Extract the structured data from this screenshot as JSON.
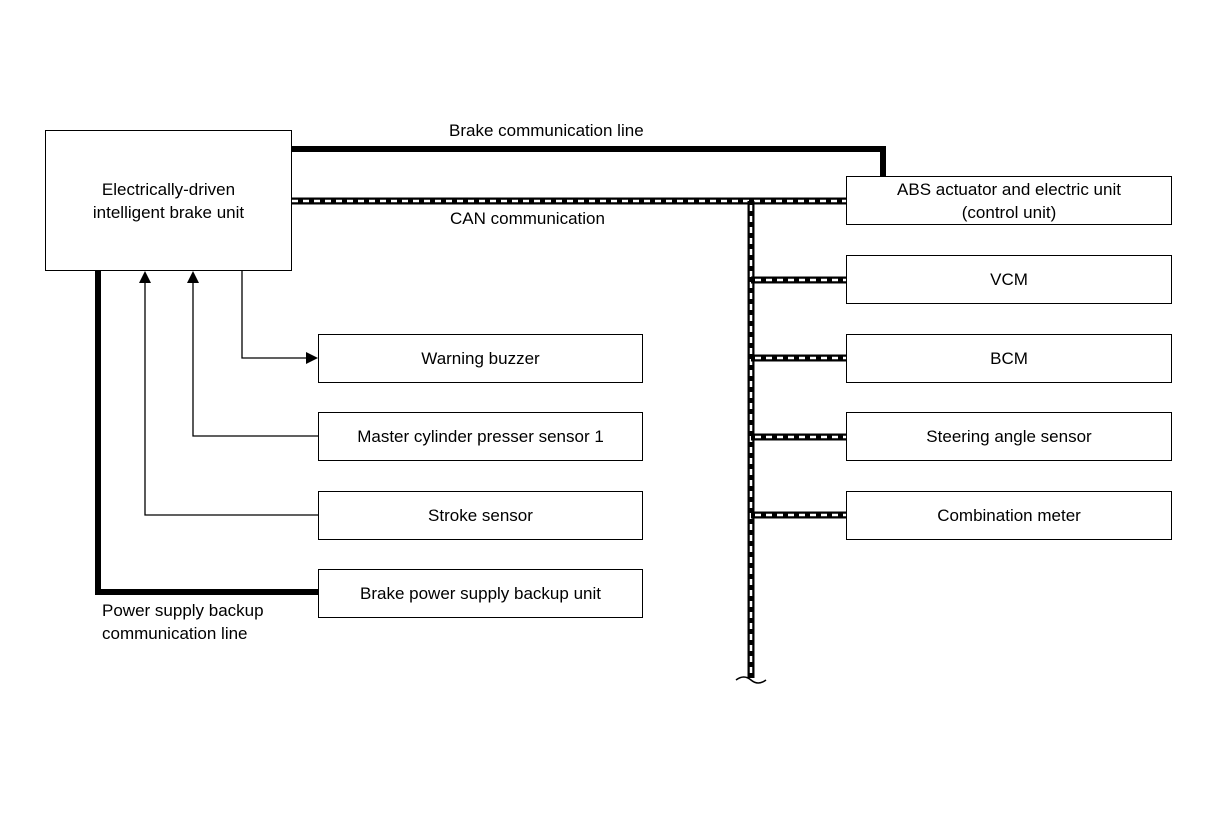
{
  "diagram": {
    "main_unit": "Electrically-driven\nintelligent brake unit",
    "labels": {
      "brake_comm": "Brake communication line",
      "can_comm": "CAN communication",
      "power_comm": "Power supply backup\ncommunication line"
    },
    "can_nodes": {
      "abs": "ABS actuator and electric unit\n(control unit)",
      "vcm": "VCM",
      "bcm": "BCM",
      "steering": "Steering angle sensor",
      "meter": "Combination meter"
    },
    "local_nodes": {
      "buzzer": "Warning buzzer",
      "master": "Master cylinder presser sensor 1",
      "stroke": "Stroke sensor",
      "backup": "Brake power supply backup unit"
    }
  }
}
